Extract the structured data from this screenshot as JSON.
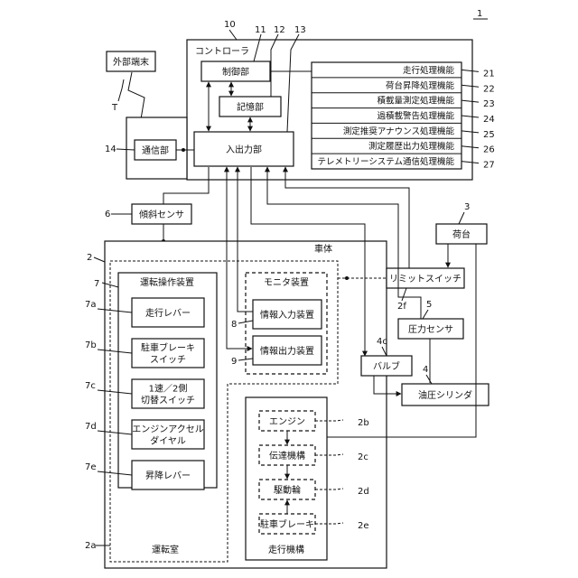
{
  "figure_number": "1",
  "external_terminal": "外部端末",
  "external_terminal_ref": "T",
  "controller": {
    "title": "コントローラ",
    "ref": "10",
    "control_unit": "制御部",
    "control_unit_ref": "11",
    "memory_unit": "記憶部",
    "memory_unit_ref": "12",
    "io_unit": "入出力部",
    "io_unit_ref": "13",
    "functions": [
      {
        "label": "走行処理機能",
        "ref": "21"
      },
      {
        "label": "荷台昇降処理機能",
        "ref": "22"
      },
      {
        "label": "積載量測定処理機能",
        "ref": "23"
      },
      {
        "label": "過積載警告処理機能",
        "ref": "24"
      },
      {
        "label": "測定推奨アナウンス処理機能",
        "ref": "25"
      },
      {
        "label": "測定履歴出力処理機能",
        "ref": "26"
      },
      {
        "label": "テレメトリーシステム通信処理機能",
        "ref": "27"
      }
    ]
  },
  "comm_unit": {
    "label": "通信部",
    "ref": "14"
  },
  "tilt_sensor": {
    "label": "傾斜センサ",
    "ref": "6"
  },
  "bed": {
    "label": "荷台",
    "ref": "3"
  },
  "vehicle_body": {
    "label": "車体",
    "ref": "2"
  },
  "limit_switch": {
    "label": "リミットスイッチ",
    "ref": "2f"
  },
  "pressure_sensor": {
    "label": "圧力センサ",
    "ref": "5"
  },
  "valve": {
    "label": "バルブ",
    "ref": "4c"
  },
  "hydraulic_cylinder": {
    "label": "油圧シリンダ",
    "ref": "4"
  },
  "driving_device": {
    "title": "運転操作装置",
    "ref": "7",
    "items": [
      {
        "label": "走行レバー",
        "ref": "7a"
      },
      {
        "label": "駐車ブレーキ\nスイッチ",
        "ref": "7b"
      },
      {
        "label": "1速／2側\n切替スイッチ",
        "ref": "7c"
      },
      {
        "label": "エンジンアクセル\nダイヤル",
        "ref": "7d"
      },
      {
        "label": "昇降レバー",
        "ref": "7e"
      }
    ]
  },
  "monitor_device": {
    "title": "モニタ装置",
    "info_input": {
      "label": "情報入力装置",
      "ref": "8"
    },
    "info_output": {
      "label": "情報出力装置",
      "ref": "9"
    }
  },
  "cab": {
    "label": "運転室",
    "ref": "2a"
  },
  "travel_mechanism": {
    "label": "走行機構",
    "items": [
      {
        "label": "エンジン",
        "ref": "2b"
      },
      {
        "label": "伝達機構",
        "ref": "2c"
      },
      {
        "label": "駆動輪",
        "ref": "2d"
      },
      {
        "label": "駐車ブレーキ",
        "ref": "2e"
      }
    ]
  }
}
